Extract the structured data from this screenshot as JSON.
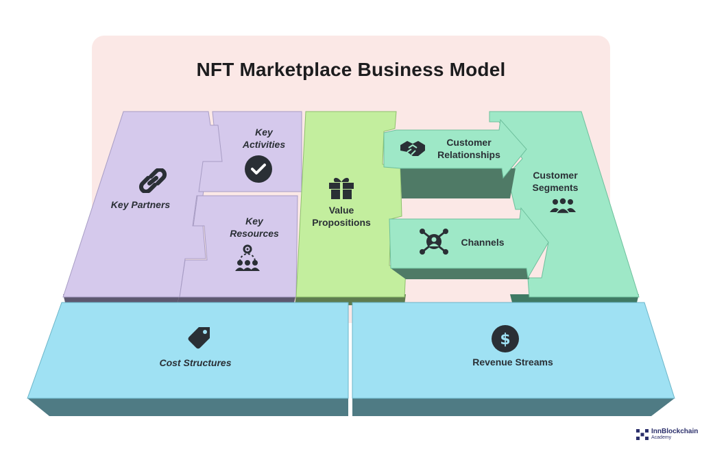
{
  "title": "NFT Marketplace Business Model",
  "blocks": {
    "key_partners": "Key Partners",
    "key_activities": "Key Activities",
    "key_resources": "Key Resources",
    "value_propositions": "Value Propositions",
    "customer_relationships": "Customer Relationships",
    "channels": "Channels",
    "customer_segments": "Customer Segments",
    "cost_structures": "Cost Structures",
    "revenue_streams": "Revenue Streams"
  },
  "brand": {
    "name": "InnBlockchain",
    "sub": "Academy"
  },
  "colors": {
    "board": "#fbe8e6",
    "purple": "#d5c9ec",
    "green": "#c3ee9e",
    "mint": "#9ee8c7",
    "blue": "#9fe1f3",
    "text": "#2a2f35"
  },
  "icons": [
    "link-icon",
    "check-circle-icon",
    "team-gear-icon",
    "gift-icon",
    "handshake-icon",
    "network-person-icon",
    "users-group-icon",
    "price-tag-icon",
    "dollar-coin-icon"
  ]
}
